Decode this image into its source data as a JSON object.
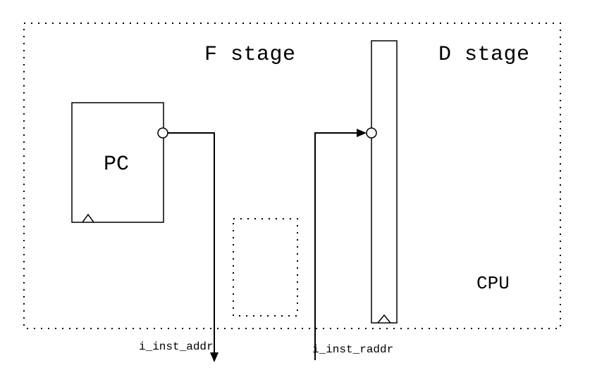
{
  "colors": {
    "background": "#ffffff",
    "line": "#000000"
  },
  "diagram": {
    "boundary_label": "CPU",
    "stage_labels": {
      "f": "F stage",
      "d": "D stage"
    },
    "blocks": {
      "pc": "PC"
    },
    "signal_labels": {
      "i_inst_addr": "i_inst_addr",
      "i_inst_raddr": "i_inst_raddr"
    }
  }
}
